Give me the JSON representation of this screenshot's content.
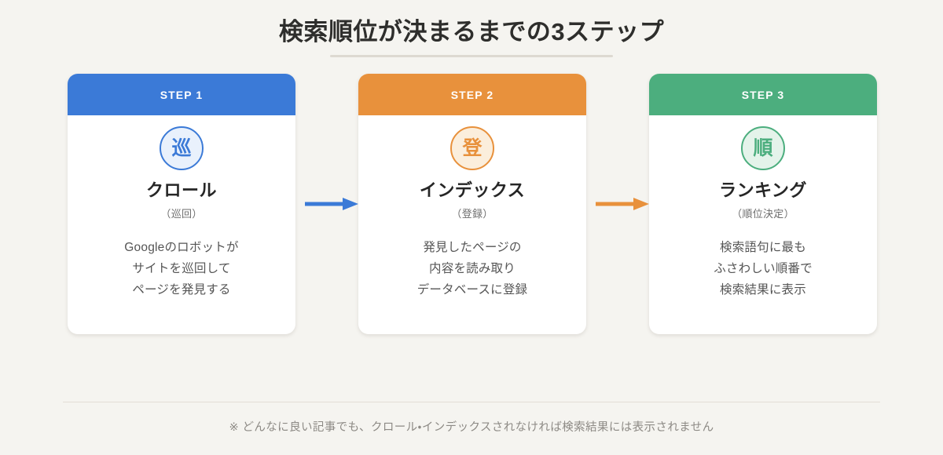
{
  "page": {
    "title": "検索順位が決まるまでの3ステップ",
    "background_color": "#f5f4f0"
  },
  "steps": [
    {
      "badge": "STEP 1",
      "accent_color": "#3b7ad7",
      "icon_bg_color": "#e9f1fc",
      "icon_glyph": "巡",
      "icon_name": "crawl-kanji-icon",
      "title": "クロール",
      "subtitle": "（巡回）",
      "description_lines": [
        "Googleのロボットが",
        "サイトを巡回して",
        "ページを発見する"
      ]
    },
    {
      "badge": "STEP 2",
      "accent_color": "#e8913c",
      "icon_bg_color": "#fbeedc",
      "icon_glyph": "登",
      "icon_name": "index-kanji-icon",
      "title": "インデックス",
      "subtitle": "（登録）",
      "description_lines": [
        "発見したページの",
        "内容を読み取り",
        "データベースに登録"
      ]
    },
    {
      "badge": "STEP 3",
      "accent_color": "#4cae7e",
      "icon_bg_color": "#e4f3ea",
      "icon_glyph": "順",
      "icon_name": "ranking-kanji-icon",
      "title": "ランキング",
      "subtitle": "（順位決定）",
      "description_lines": [
        "検索語句に最も",
        "ふさわしい順番で",
        "検索結果に表示"
      ]
    }
  ],
  "arrows": [
    {
      "name": "arrow-step1-to-step2",
      "color": "#3b7ad7"
    },
    {
      "name": "arrow-step2-to-step3",
      "color": "#e8913c"
    }
  ],
  "footer": {
    "note": "※ どんなに良い記事でも、クロール・インデックスされなければ検索結果には表示されません"
  }
}
